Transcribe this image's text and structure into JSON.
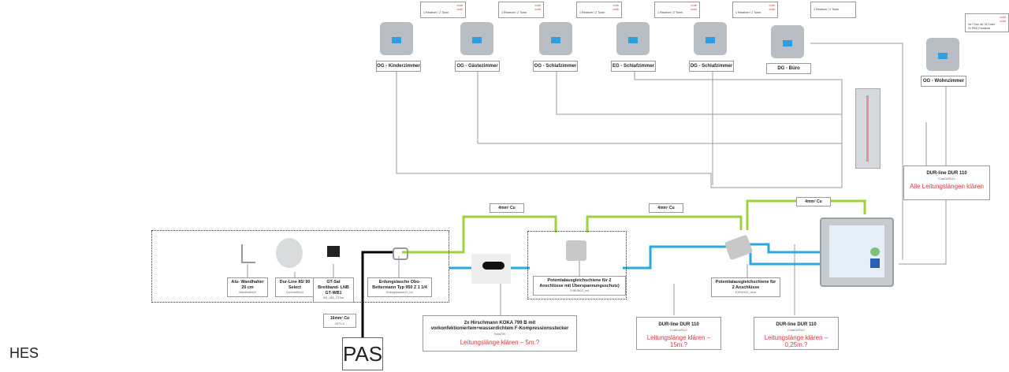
{
  "diagram": {
    "label_hes": "HES",
    "sockets": [
      {
        "room": "OG - Kinderzimmer",
        "note_red1": "xxdb",
        "note_red2": "xxdb",
        "note_text": "1 Receiver / 2 Tuner"
      },
      {
        "room": "OG - Gästezimmer",
        "note_red1": "xxdb",
        "note_red2": "xxdb",
        "note_text": "1 Receiver / 2 Tuner"
      },
      {
        "room": "OG - Schlafzimmer",
        "note_red1": "xxdb",
        "note_red2": "xxdb",
        "note_text": "1 Receiver / 2 Tuner"
      },
      {
        "room": "EG - Schlafzimmer",
        "note_red1": "xxdb",
        "note_red2": "xxdb",
        "note_text": "1 Receiver / 2 Tuner"
      },
      {
        "room": "DG - Schlafzimmer",
        "note_red1": "xxdb",
        "note_red2": "xxdb",
        "note_text": "1 Receiver / 2 Tuner"
      },
      {
        "room": "DG - Büro",
        "note_red1": "",
        "note_red2": "",
        "note_text": "1 Receiver / 2 Tuner"
      },
      {
        "room": "OG - Wohnzimmer",
        "note_red1": "xxdb",
        "note_red2": "xxdb",
        "note_text": "Vu+ Duo 4k / 8 Tuner",
        "note_text2": "2x PBC-Frontend"
      }
    ],
    "components": {
      "wall_mount": {
        "title": "Alu- Wandhalter 20 cm",
        "sub": "Wandhalter20"
      },
      "dish": {
        "title": "Dur-Line 85/ 90 Select",
        "sub": "DurLine85rw3"
      },
      "lnb": {
        "title": "GT-Sat Breitband- LNB GT-WB1",
        "sub": "BB_LNB_GTSat"
      },
      "ground_clamp": {
        "title": "Erdungslasche Obo- Bettermann Typ 950 Z 1 1/4",
        "sub": "Erdungslasche21_1/4"
      },
      "cable_koka": {
        "title": "2x Hirschmann KOKA 799 B mit vorkonfektioniertem+wasserdichtem F-Kompressionsstecker",
        "sub": "Koka799",
        "warn": "Leitungslänge klären – 5m.?"
      },
      "pa_rail_surge": {
        "title": "Potentialausgleichschiene für 2 Anschlüsse mit Überspannungsschutz)",
        "sub": "EXBUNG2_mit"
      },
      "pa_rail": {
        "title": "Potentialausgleichschiene für 2 Anschlüsse",
        "sub": "EXBUNG2_ohne"
      },
      "dur110_a": {
        "title": "DUR-line DUR 110",
        "sub": "KoaxDUR110",
        "warn": "Leitungslänge klären – 15m.?"
      },
      "dur110_b": {
        "title": "DUR-line DUR 110",
        "sub": "KoaxDUR110",
        "warn": "Leitungslänge klären – 0,25m.?"
      },
      "dur110_c": {
        "title": "DUR-line DUR 110",
        "sub": "KoaxDUR110",
        "warn": "Alle Leitungslängen klären"
      }
    },
    "cu_labels": {
      "cu4_a": "4mm² Cu",
      "cu4_b": "4mm² Cu",
      "cu4_c": "4mm² Cu",
      "cu16": "16mm² Cu",
      "cu16_sub": "H07V-K"
    },
    "pas": "PAS",
    "colors": {
      "ground_wire": "#9fd13b",
      "coax": "#29a9df",
      "thin_line": "#9a9a9a",
      "warning": "#d23b3b"
    }
  }
}
